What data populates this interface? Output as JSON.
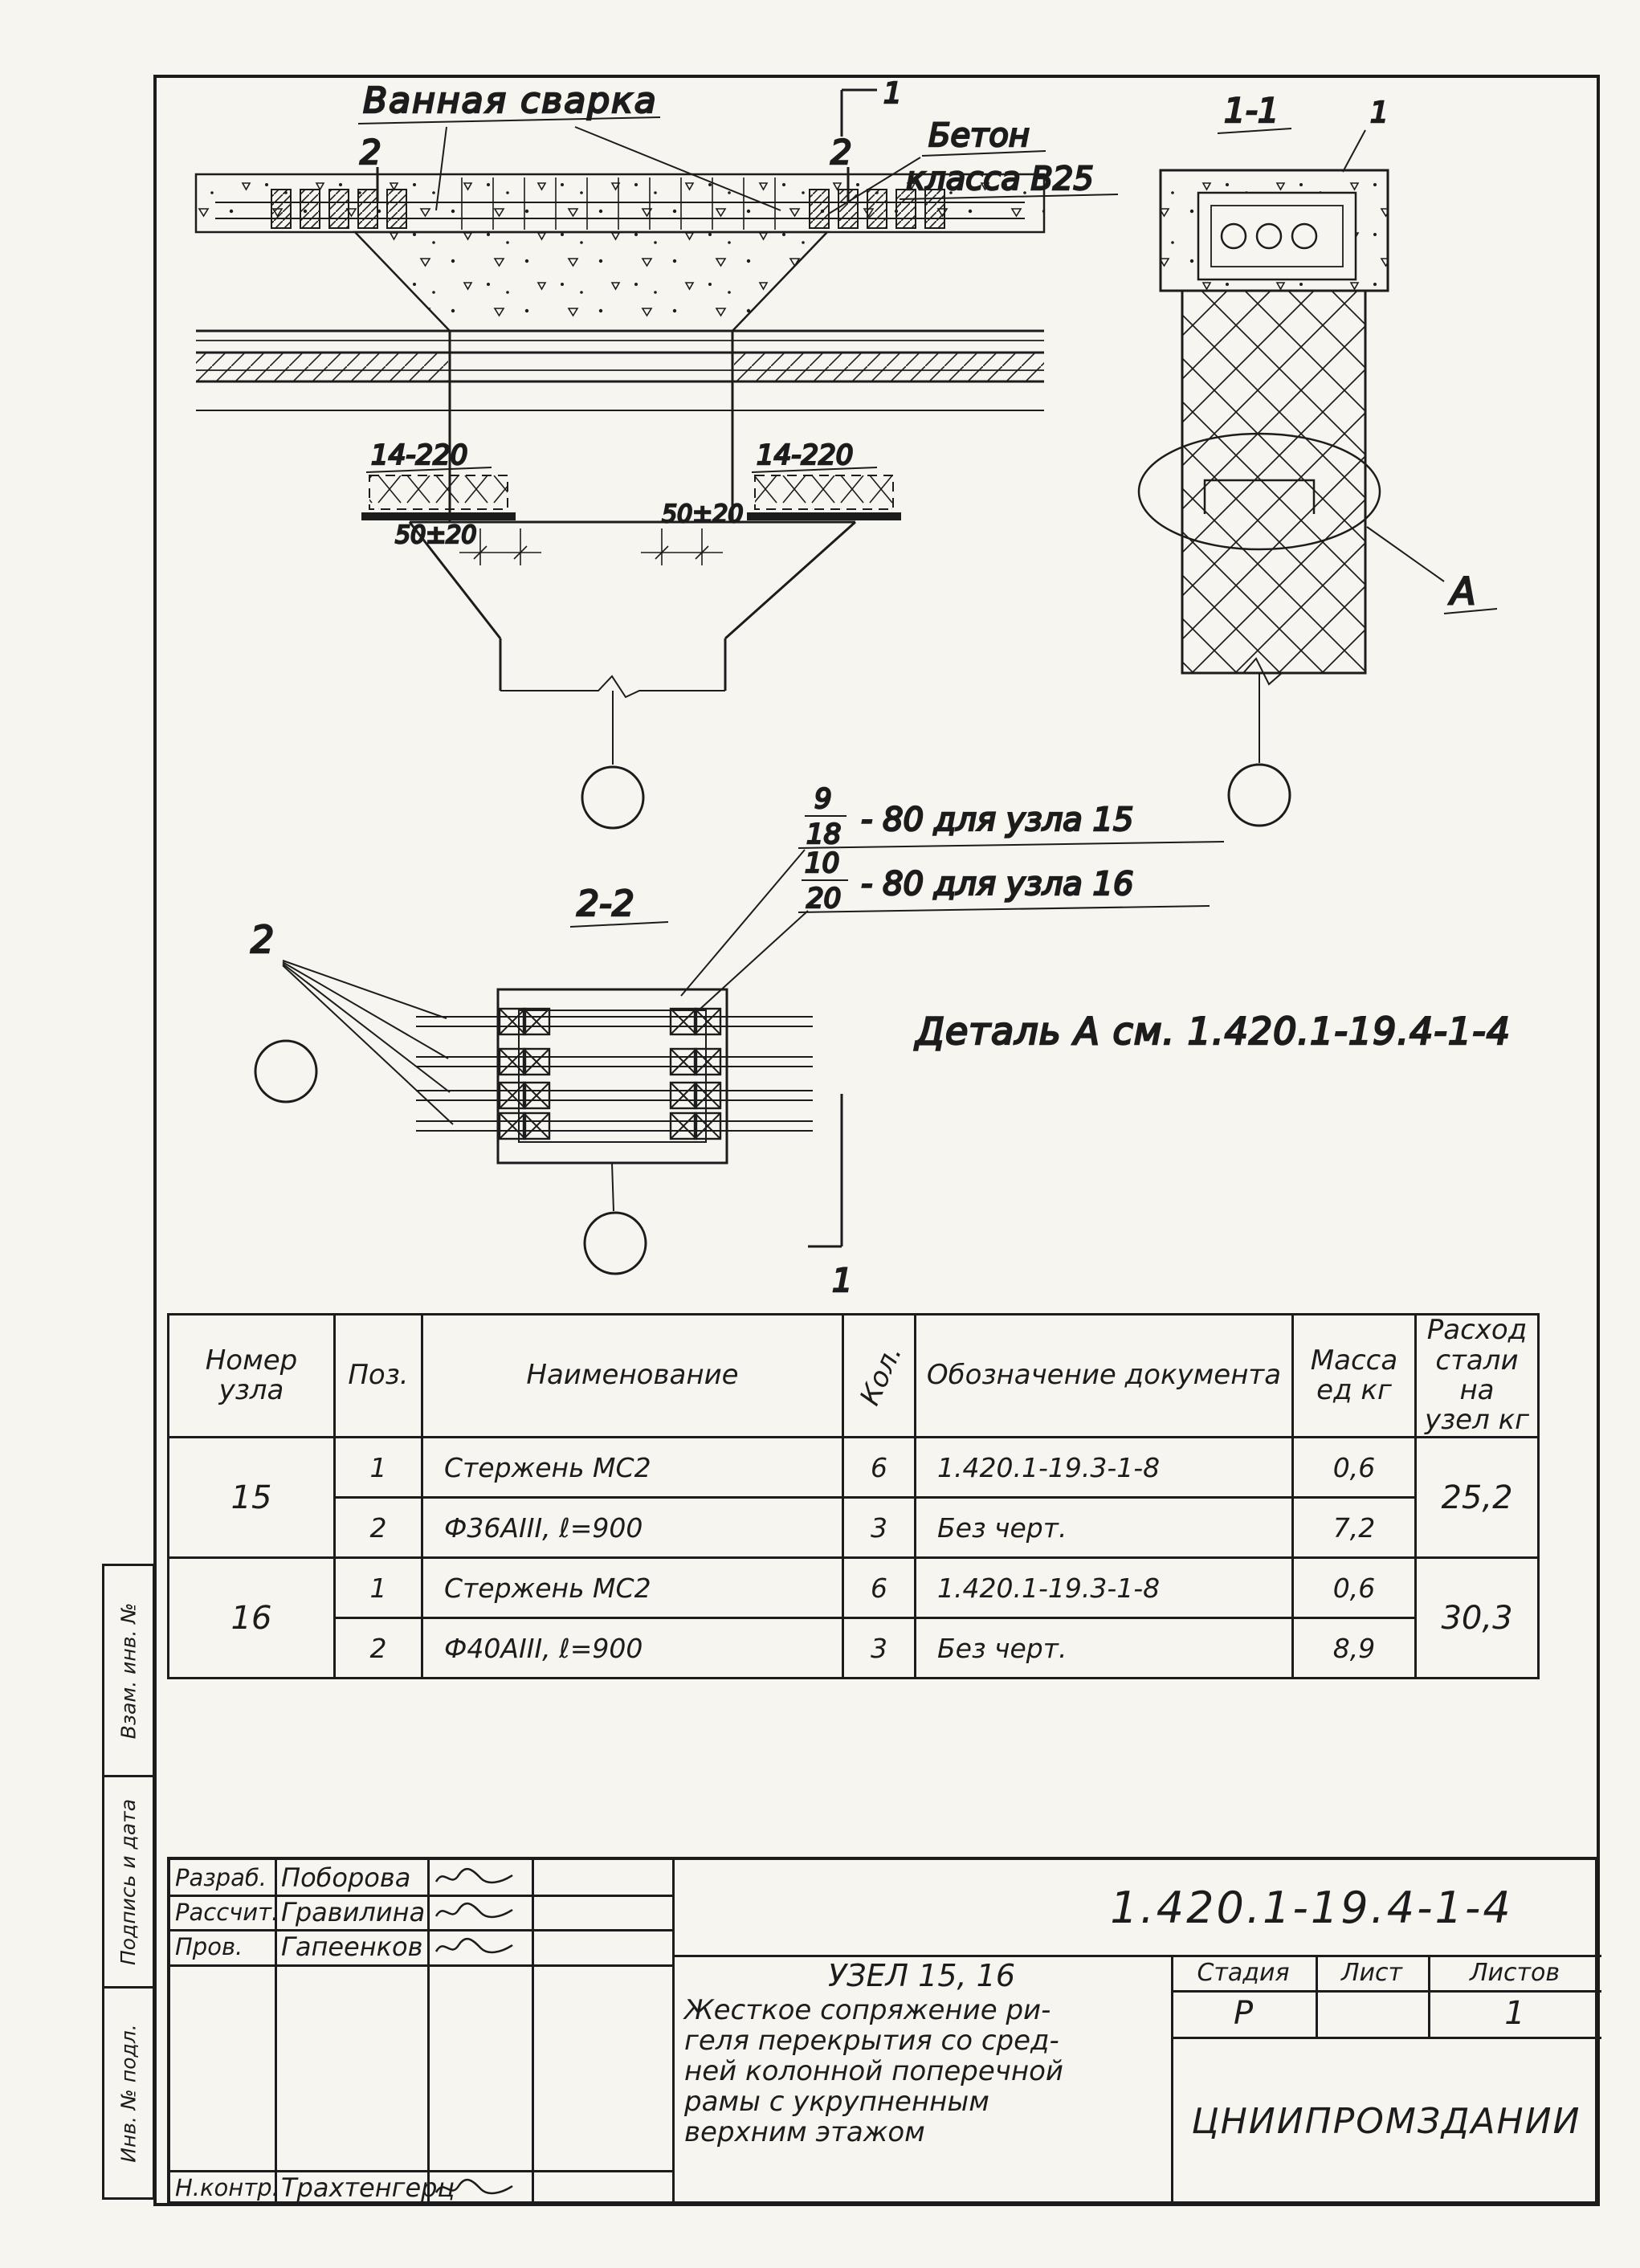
{
  "colors": {
    "ink": "#1c1c1c",
    "paper": "#f7f5ef"
  },
  "drawing_main": {
    "bath_weld_label": "Ванная сварка",
    "concrete_label_1": "Бетон",
    "concrete_label_2": "класса В25",
    "mesh_left_label": "14-220",
    "mesh_right_label": "14-220",
    "dim_left": "50±20",
    "dim_right": "50±20",
    "cut2_left": "2",
    "cut2_right": "2",
    "cut1_top": "1",
    "cut1_bottom": "1"
  },
  "section_1_1": {
    "title": "1-1",
    "bar_marker": "1",
    "detail_marker": "А"
  },
  "section_2_2": {
    "title": "2-2",
    "bar_marker": "2",
    "note1": {
      "num": "9",
      "den": "18",
      "text": "- 80 для узла 15"
    },
    "note2": {
      "num": "10",
      "den": "20",
      "text": "- 80 для узла 16"
    },
    "detail_ref": "Деталь А см. 1.420.1-19.4-1-4"
  },
  "parts_table": {
    "headers": {
      "node": "Номер узла",
      "pos": "Поз.",
      "name": "Наименование",
      "qty": "Кол.",
      "doc": "Обозначение документа",
      "mass": "Масса ед кг",
      "steel": "Расход стали на узел кг"
    },
    "rows": [
      {
        "node": "15",
        "pos": "1",
        "name": "Стержень МС2",
        "qty": "6",
        "doc": "1.420.1-19.3-1-8",
        "mass": "0,6",
        "steel": "25,2"
      },
      {
        "pos": "2",
        "name": "Ф36АIII,  ℓ=900",
        "qty": "3",
        "doc": "Без черт.",
        "mass": "7,2"
      },
      {
        "node": "16",
        "pos": "1",
        "name": "Стержень МС2",
        "qty": "6",
        "doc": "1.420.1-19.3-1-8",
        "mass": "0,6",
        "steel": "30,3"
      },
      {
        "pos": "2",
        "name": "Ф40АIII,  ℓ=900",
        "qty": "3",
        "doc": "Без черт.",
        "mass": "8,9"
      }
    ]
  },
  "title_block": {
    "doc_number": "1.420.1-19.4-1-4",
    "rows": [
      {
        "role": "Разраб.",
        "name": "Поборова"
      },
      {
        "role": "Рассчит.",
        "name": "Гравилина"
      },
      {
        "role": "Пров.",
        "name": "Гапеенков"
      },
      {
        "role": "Н.контр.",
        "name": "Трахтенгерц"
      }
    ],
    "subject_line": "УЗЕЛ 15, 16",
    "subject_text": "Жесткое сопряжение ри-\nгеля перекрытия со сред-\nней колонной поперечной\nрамы с укрупненным\nверхним этажом",
    "stage_label": "Стадия",
    "sheet_label": "Лист",
    "sheets_label": "Листов",
    "stage_value": "Р",
    "sheets_value": "1",
    "organization": "ЦНИИПРОМЗДАНИИ"
  },
  "margin_stamps": {
    "box1": "Взам. инв. №",
    "box2": "Подпись и дата",
    "box3": "Инв. № подл."
  }
}
